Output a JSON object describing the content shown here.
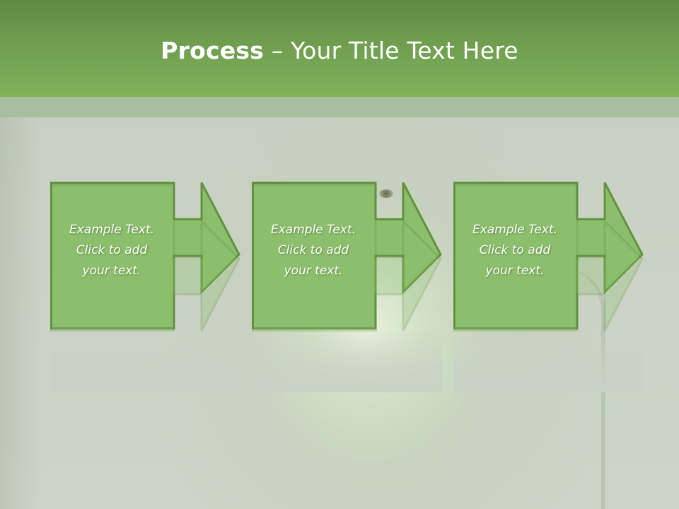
{
  "slide": {
    "title_bold": "Process",
    "title_rest": " – Your Title Text Here"
  },
  "steps": [
    {
      "line1": "Example Text.",
      "line2": "Click  to add",
      "line3": "your text."
    },
    {
      "line1": "Example Text.",
      "line2": "Click  to add",
      "line3": "your text."
    },
    {
      "line1": "Example Text.",
      "line2": "Click  to add",
      "line3": "your text."
    }
  ],
  "colors": {
    "header_top": "#5f8a45",
    "header_bottom": "#80b35b",
    "step_fill": "#8bbf6c",
    "step_border": "#63913f",
    "text": "#ffffff"
  }
}
